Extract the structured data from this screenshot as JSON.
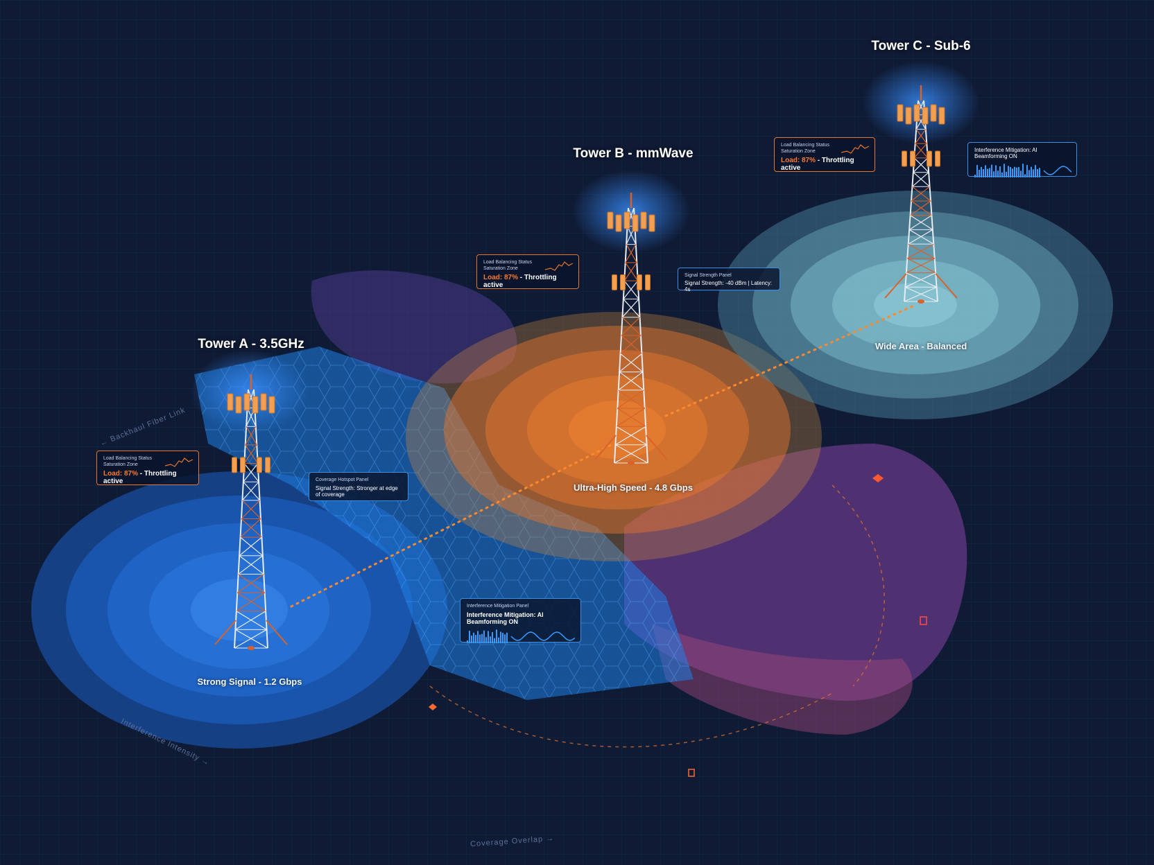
{
  "towers": [
    {
      "id": "a",
      "title": "Tower A - 3.5GHz",
      "zone_label": "Strong Signal - 1.2 Gbps",
      "zone_color": "#1f7fe6"
    },
    {
      "id": "b",
      "title": "Tower B - mmWave",
      "zone_label": "Ultra-High Speed - 4.8 Gbps",
      "zone_color": "#ff7a2a"
    },
    {
      "id": "c",
      "title": "Tower C - Sub-6",
      "zone_label": "Wide Area - Balanced",
      "zone_color": "#8fd6df"
    }
  ],
  "panels": {
    "a_load": {
      "small1": "Load Balancing Status",
      "small2": "Saturation Zone",
      "load": "Load: 87%",
      "rest": " - Throttling active"
    },
    "a_signal": {
      "small1": "Coverage Hotspot Panel",
      "main": "Signal Strength: Stronger at edge of coverage"
    },
    "b_load": {
      "small1": "Load Balancing Status",
      "small2": "Saturation Zone",
      "load": "Load: 87%",
      "rest": " - Throttling active"
    },
    "b_signal": {
      "small1": "Signal Strength Panel",
      "main": "Signal Strength: -40 dBm | Latency: 4s"
    },
    "c_load": {
      "small1": "Load Balancing Status",
      "small2": "Saturation Zone",
      "load": "Load: 87%",
      "rest": " - Throttling active"
    },
    "c_interference": {
      "main": "Interference Mitigation: AI Beamforming ON"
    },
    "center_interference": {
      "small1": "Interference Mitigation Panel",
      "main": "Interference Mitigation: AI Beamforming ON"
    }
  },
  "map_labels": {
    "backhaul": "← Backhaul Fiber Link",
    "interference": "Interference Intensity →",
    "overlap": "Coverage Overlap →"
  },
  "colors": {
    "background": "#0f1b35",
    "blue": "#1f7fe6",
    "orange": "#ff7a2a",
    "teal": "#8fd6df",
    "purple": "#7a3f9a",
    "tower_red": "#d9622a",
    "tower_white": "#e8ecf4"
  }
}
